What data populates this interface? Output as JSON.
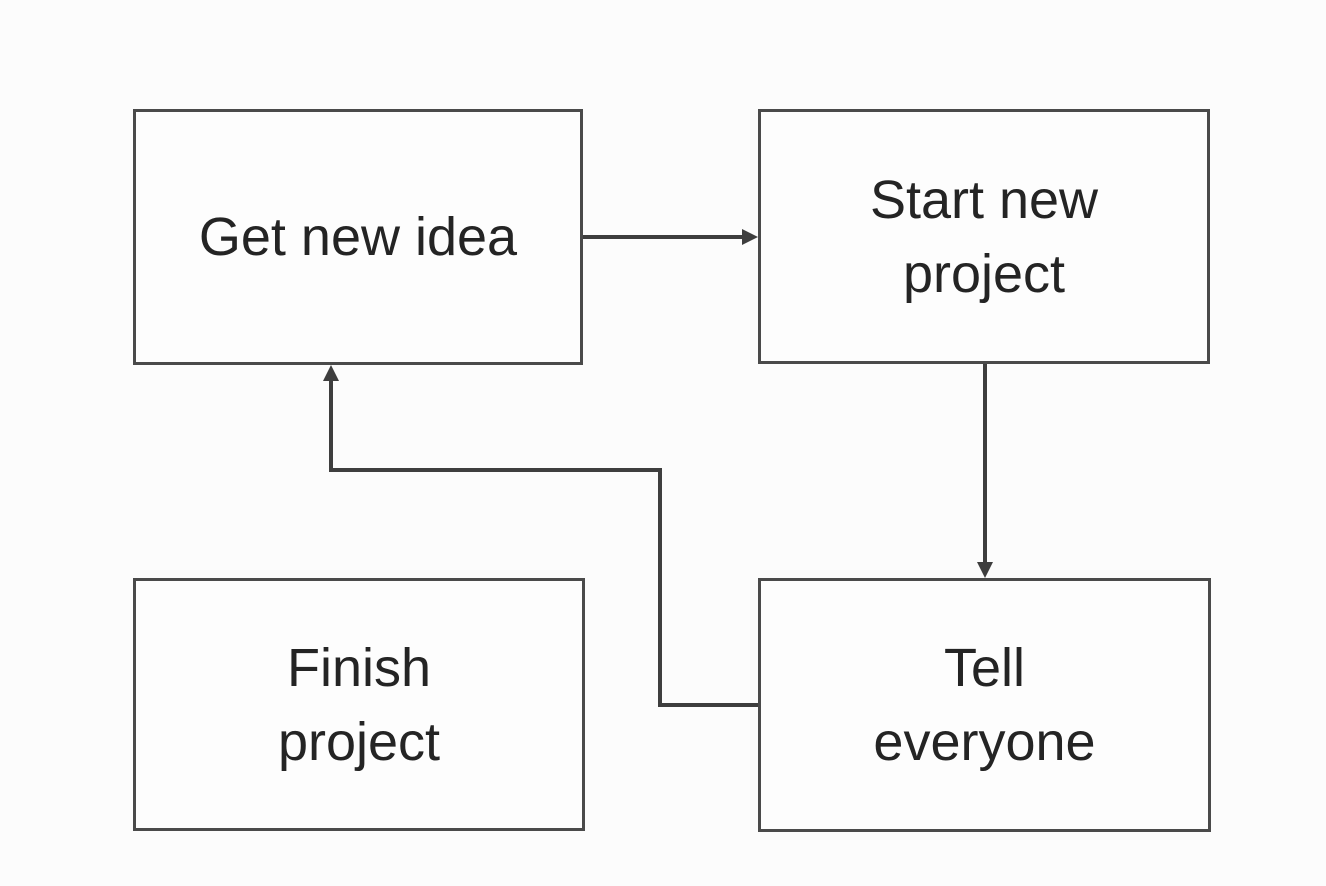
{
  "diagram": {
    "type": "flowchart",
    "colors": {
      "background": "#fcfcfc",
      "box_fill": "#fdfdfd",
      "box_border": "#4a4a4a",
      "connector": "#3e3e3e",
      "text": "#242424"
    },
    "nodes": [
      {
        "id": "get-new-idea",
        "label": "Get new idea",
        "lines": [
          "Get new idea"
        ]
      },
      {
        "id": "start-new-project",
        "label": "Start new project",
        "lines": [
          "Start new",
          "project"
        ]
      },
      {
        "id": "tell-everyone",
        "label": "Tell everyone",
        "lines": [
          "Tell",
          "everyone"
        ]
      },
      {
        "id": "finish-project",
        "label": "Finish project",
        "lines": [
          "Finish",
          "project"
        ]
      }
    ],
    "connections": [
      {
        "from": "Get new idea",
        "to": "Start new project",
        "shape": "straight-right"
      },
      {
        "from": "Start new project",
        "to": "Tell everyone",
        "shape": "straight-down"
      },
      {
        "from": "Tell everyone",
        "to": "Get new idea",
        "shape": "elbow-left-up"
      }
    ]
  }
}
